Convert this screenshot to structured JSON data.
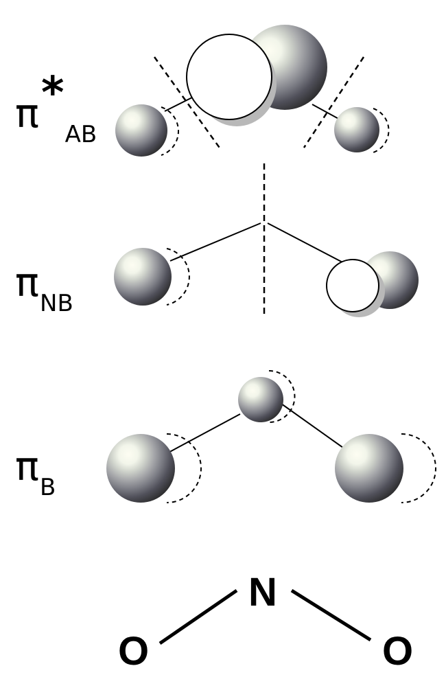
{
  "orbitals": [
    {
      "id": "antibonding",
      "symbol": "π",
      "star": "*",
      "subscript": "AB"
    },
    {
      "id": "nonbonding",
      "symbol": "π",
      "subscript": "NB"
    },
    {
      "id": "bonding",
      "symbol": "π",
      "subscript": "B"
    }
  ],
  "structure": {
    "center_atom": "N",
    "left_atom": "O",
    "right_atom": "O"
  },
  "colors": {
    "lobe_light": "#fdfdf2",
    "lobe_dark": "#2a2a2a",
    "lobe_white": "#ffffff",
    "line": "#000000"
  }
}
